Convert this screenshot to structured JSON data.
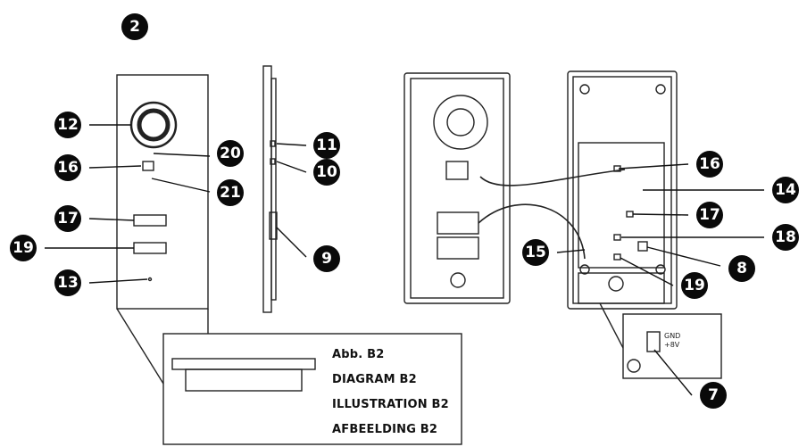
{
  "captions": [
    "Abb. B2",
    "DIAGRAM B2",
    "ILLUSTRATION B2",
    "AFBEELDING B2"
  ],
  "terminal_labels": [
    "GND",
    "+8V"
  ],
  "callouts": [
    "2",
    "12",
    "20",
    "16",
    "21",
    "17",
    "19",
    "13",
    "11",
    "10",
    "9",
    "16",
    "14",
    "17",
    "15",
    "18",
    "8",
    "19",
    "7"
  ]
}
